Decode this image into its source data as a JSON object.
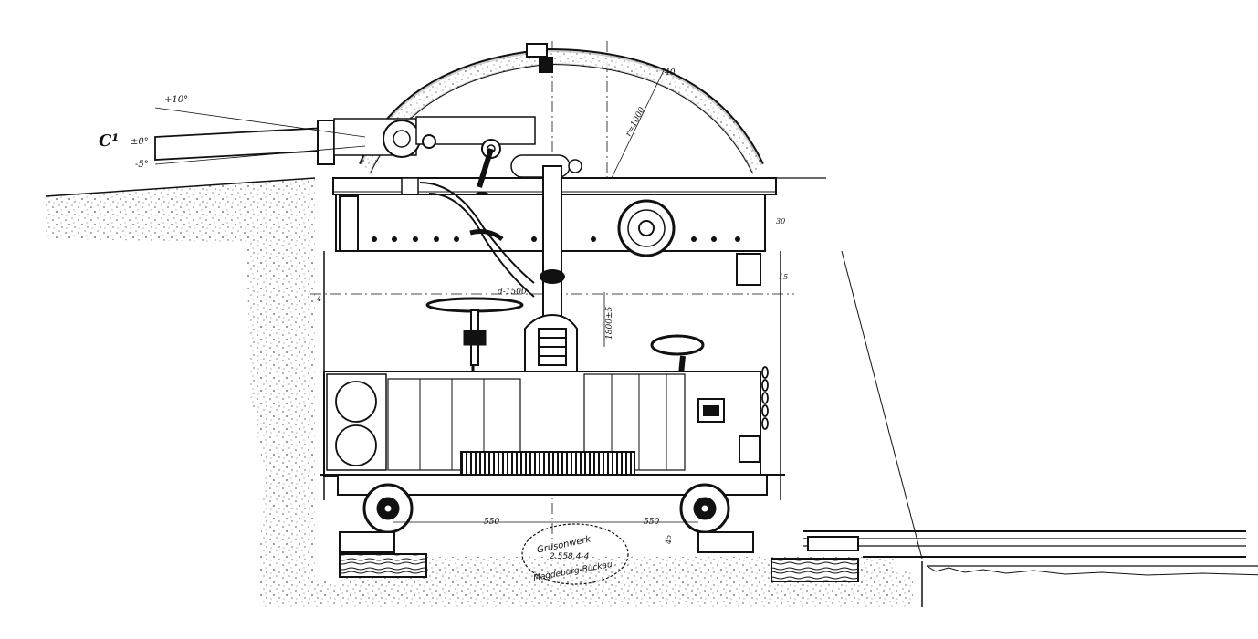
{
  "figure": {
    "side_label": "C¹",
    "angles": {
      "up": "+10°",
      "level": "±0°",
      "down": "-5°"
    },
    "dimensions": {
      "dome_radius": "r=1000",
      "angle_40": "40",
      "shaft_diameter": "d-1500",
      "vertical_height": "1800±5",
      "span_left": "550",
      "span_right": "550",
      "mark_30": "30",
      "mark_15": "15",
      "mark_4": "4",
      "mark_45": "45"
    },
    "stamp": {
      "line1": "Grusonwerk",
      "line2": "2.558.4-4",
      "line3": "Magdeburg-Buckau"
    }
  },
  "colors": {
    "ink": "#111111",
    "paper": "#ffffff",
    "stipple": "#555555"
  }
}
